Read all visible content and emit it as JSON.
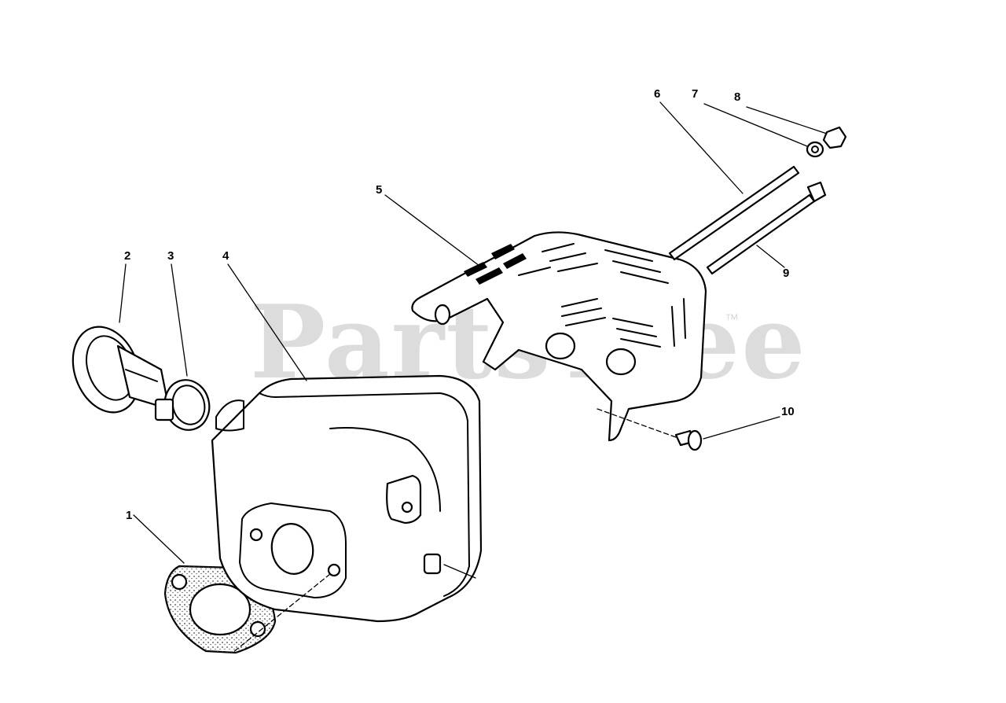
{
  "watermark": {
    "text": "PartsTree",
    "trademark": "™"
  },
  "callouts": [
    {
      "id": "1",
      "label": "1"
    },
    {
      "id": "2",
      "label": "2"
    },
    {
      "id": "3",
      "label": "3"
    },
    {
      "id": "4",
      "label": "4"
    },
    {
      "id": "5",
      "label": "5"
    },
    {
      "id": "6",
      "label": "6"
    },
    {
      "id": "7",
      "label": "7"
    },
    {
      "id": "8",
      "label": "8"
    },
    {
      "id": "9",
      "label": "9"
    },
    {
      "id": "10",
      "label": "10"
    }
  ]
}
